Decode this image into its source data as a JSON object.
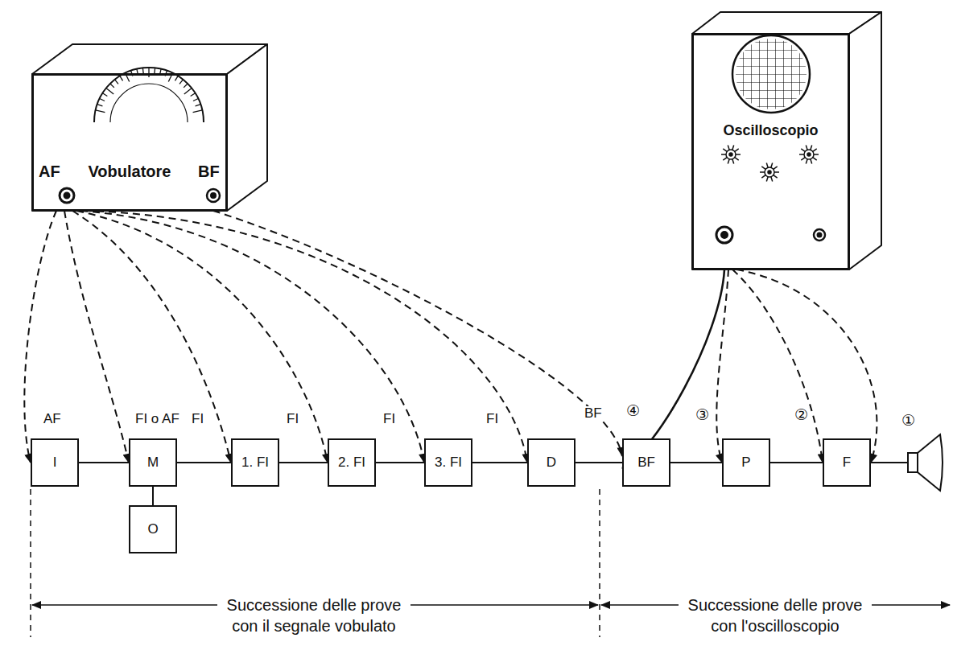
{
  "diagram": {
    "nodes": [
      {
        "text": [
          "AF",
          "Vobulatore",
          "BF"
        ]
      },
      {
        "text": [
          "Oscilloscopio"
        ]
      },
      {
        "text": [
          "I"
        ]
      },
      {
        "text": [
          "M"
        ]
      },
      {
        "text": [
          "O"
        ]
      },
      {
        "text": [
          "1. FI"
        ]
      },
      {
        "text": [
          "2. FI"
        ]
      },
      {
        "text": [
          "3. FI"
        ]
      },
      {
        "text": [
          "D"
        ]
      },
      {
        "text": [
          "BF"
        ]
      },
      {
        "text": [
          "P"
        ]
      },
      {
        "text": [
          "F"
        ]
      }
    ],
    "edges": [
      {
        "from": 0,
        "to": 2,
        "label": "AF",
        "arrow": "to"
      },
      {
        "from": 0,
        "to": 3,
        "label": "FI o AF",
        "arrow": "to"
      },
      {
        "from": 0,
        "to": 5,
        "label": "FI",
        "arrow": "to"
      },
      {
        "from": 0,
        "to": 6,
        "label": "FI",
        "arrow": "to"
      },
      {
        "from": 0,
        "to": 7,
        "label": "FI",
        "arrow": "to"
      },
      {
        "from": 0,
        "to": 8,
        "label": "FI",
        "arrow": "to"
      },
      {
        "from": 0,
        "to": 9,
        "label": "BF",
        "arrow": "to"
      },
      {
        "from": 1,
        "to": 9,
        "label": "④",
        "arrow": "to"
      },
      {
        "from": 1,
        "to": 10,
        "label": "③",
        "arrow": "to"
      },
      {
        "from": 1,
        "to": 11,
        "label": "②",
        "arrow": "to"
      },
      {
        "from": 1,
        "to": 11,
        "label": "①",
        "arrow": "to"
      },
      {
        "from": 2,
        "to": 3,
        "arrow": "none"
      },
      {
        "from": 3,
        "to": 4,
        "arrow": "none"
      },
      {
        "from": 3,
        "to": 5,
        "arrow": "none"
      },
      {
        "from": 5,
        "to": 6,
        "arrow": "none"
      },
      {
        "from": 6,
        "to": 7,
        "arrow": "none"
      },
      {
        "from": 7,
        "to": 8,
        "arrow": "none"
      },
      {
        "from": 8,
        "to": 9,
        "arrow": "none"
      },
      {
        "from": 9,
        "to": 10,
        "arrow": "none"
      },
      {
        "from": 10,
        "to": 11,
        "arrow": "none"
      }
    ],
    "labels": [
      "Successione delle prove con il segnale vobulato",
      "Successione delle prove con l'oscilloscopio"
    ]
  }
}
